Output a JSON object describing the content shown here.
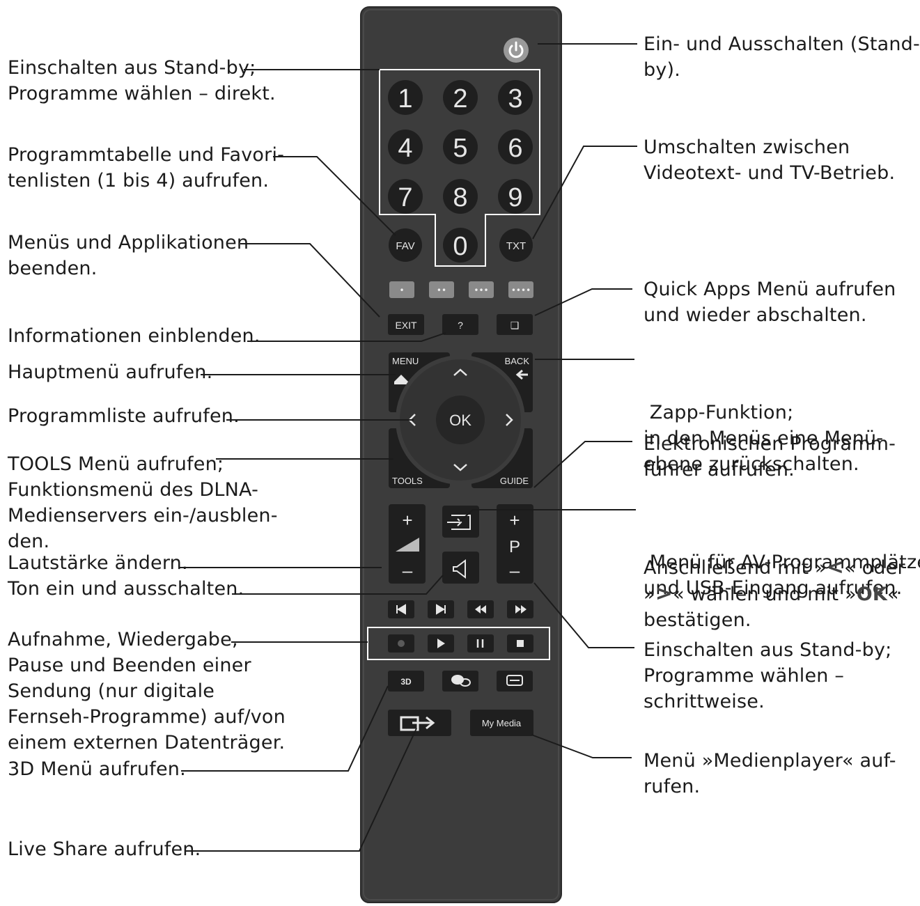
{
  "left_labels": {
    "standby_direct": [
      "Einschalten aus Stand-by;",
      "Programme wählen – direkt."
    ],
    "fav": [
      "Programmtabelle und Favori-",
      "tenlisten (1 bis 4) aufrufen."
    ],
    "exit": [
      "Menüs und Applikationen",
      "beenden."
    ],
    "info": [
      "Informationen einblenden."
    ],
    "menu": [
      "Hauptmenü aufrufen."
    ],
    "ok": [
      "Programmliste aufrufen."
    ],
    "tools": [
      "TOOLS Menü aufrufen;",
      "Funktionsmenü des DLNA-",
      "Medienservers ein-/ausblen-",
      "den."
    ],
    "volume": [
      "Lautstärke ändern."
    ],
    "mute": [
      "Ton ein und ausschalten."
    ],
    "record": [
      "Aufnahme, Wiedergabe,",
      "Pause und Beenden einer",
      "Sendung (nur digitale",
      "Fernseh-Programme) auf/von",
      "einem externen Datenträger."
    ],
    "threed": [
      "3D Menü aufrufen."
    ],
    "liveshare": [
      "Live Share aufrufen."
    ]
  },
  "right_labels": {
    "power": [
      "Ein- und Ausschalten (Stand-",
      "by)."
    ],
    "txt": [
      "Umschalten zwischen",
      "Videotext- und TV-Betrieb."
    ],
    "quickapps": [
      "Quick Apps Menü aufrufen",
      "und wieder abschalten."
    ],
    "back": [
      " Zapp-Funktion;",
      "in den Menüs eine Menü-",
      "ebene zurückschalten."
    ],
    "guide": [
      "Elektronischen Programm-",
      "führer aufrufen."
    ],
    "av": [
      " Menü für AV-Programmplätze",
      "und USB-Eingang aufrufen."
    ],
    "confirm": {
      "l1a": "Anschließend mit »",
      "l1b": "« oder",
      "l2a": "»",
      "l2b": "« wählen und mit »",
      "l2c": "OK",
      "l2d": "«",
      "l3": "bestätigen."
    },
    "channel": [
      "Einschalten aus Stand-by;",
      "Programme wählen –",
      "schrittweise."
    ],
    "mymedia": [
      "Menü »Medienplayer« auf-",
      "rufen."
    ]
  },
  "buttons": {
    "digits": [
      "1",
      "2",
      "3",
      "4",
      "5",
      "6",
      "7",
      "8",
      "9",
      "0"
    ],
    "fav": "FAV",
    "txt": "TXT",
    "color_dots": [
      "•",
      "••",
      "•••",
      "••••"
    ],
    "exit": "EXIT",
    "info": "?",
    "quick": "❑",
    "menu": "MENU",
    "back": "BACK",
    "ok": "OK",
    "tools": "TOOLS",
    "guide": "GUIDE",
    "vol_plus": "+",
    "vol_minus": "–",
    "ch_plus": "+",
    "ch_p": "P",
    "ch_minus": "–",
    "threed": "3D",
    "mymedia": "My Media"
  },
  "colors": {
    "remote_body": "#3c3c3c",
    "button": "#262626",
    "button_text": "#e6e6e6",
    "color_key": "#8a8a8a",
    "line": "#1b1b1b"
  }
}
